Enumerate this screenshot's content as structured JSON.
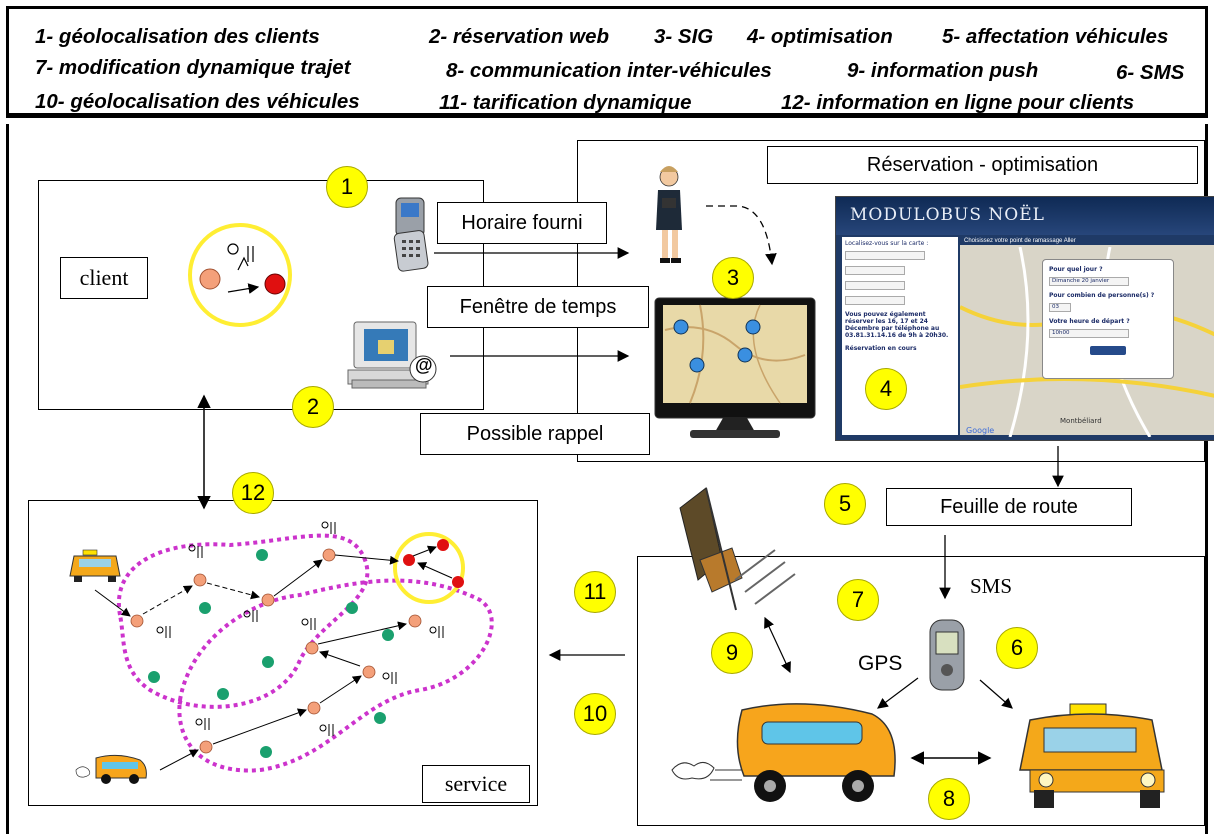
{
  "legend": {
    "items": [
      "1- géolocalisation des clients",
      "2- réservation web",
      "3- SIG",
      "4- optimisation",
      "5- affectation véhicules",
      "7- modification dynamique trajet",
      "8- communication inter-véhicules",
      "9- information push",
      "6- SMS",
      "10- géolocalisation des véhicules",
      "11- tarification dynamique",
      "12- information en ligne pour clients"
    ]
  },
  "labels": {
    "client": "client",
    "service": "service",
    "horaire": "Horaire fourni",
    "fenetre": "Fenêtre de temps",
    "rappel": "Possible rappel",
    "reservation": "Réservation - optimisation",
    "feuille": "Feuille de route",
    "sms": "SMS",
    "gps": "GPS",
    "email_at": "@"
  },
  "numbers": [
    "1",
    "2",
    "3",
    "4",
    "5",
    "6",
    "7",
    "8",
    "9",
    "10",
    "11",
    "12"
  ],
  "screenshot": {
    "title": "MODULOBUS NOËL",
    "left_text": "Localisez-vous sur la carte :",
    "choose": "Choisissez votre point de ramassage Aller",
    "popup_q1": "Pour quel jour ?",
    "popup_v1": "Dimanche 20 janvier",
    "popup_q2": "Pour combien de personne(s) ?",
    "popup_v2": "03",
    "popup_q3": "Votre heure de départ ?",
    "popup_v3": "10h00",
    "info": "Vous pouvez également réserver les 16, 17 et 24 Décembre par téléphone au 03.81.31.14.16 de 9h à 20h30.",
    "pending": "Réservation en cours",
    "map_city": "Montbéliard",
    "google": "Google"
  },
  "colors": {
    "number_fill": "#ffff00",
    "cluster_dash": "#cc33cc",
    "client_circle": "#ffee33",
    "pickup_node": "#f4a07a",
    "green_node": "#1aa06e",
    "red_node": "#e01010",
    "monitor_pin": "#3a8fe0"
  },
  "icons": [
    "phone-icon",
    "computer-icon",
    "woman-icon",
    "monitor-icon",
    "satellite-icon",
    "gps-device-icon",
    "bus-icon",
    "taxi-icon",
    "small-taxi-icon",
    "small-bus-icon",
    "stop-sign-icon"
  ]
}
